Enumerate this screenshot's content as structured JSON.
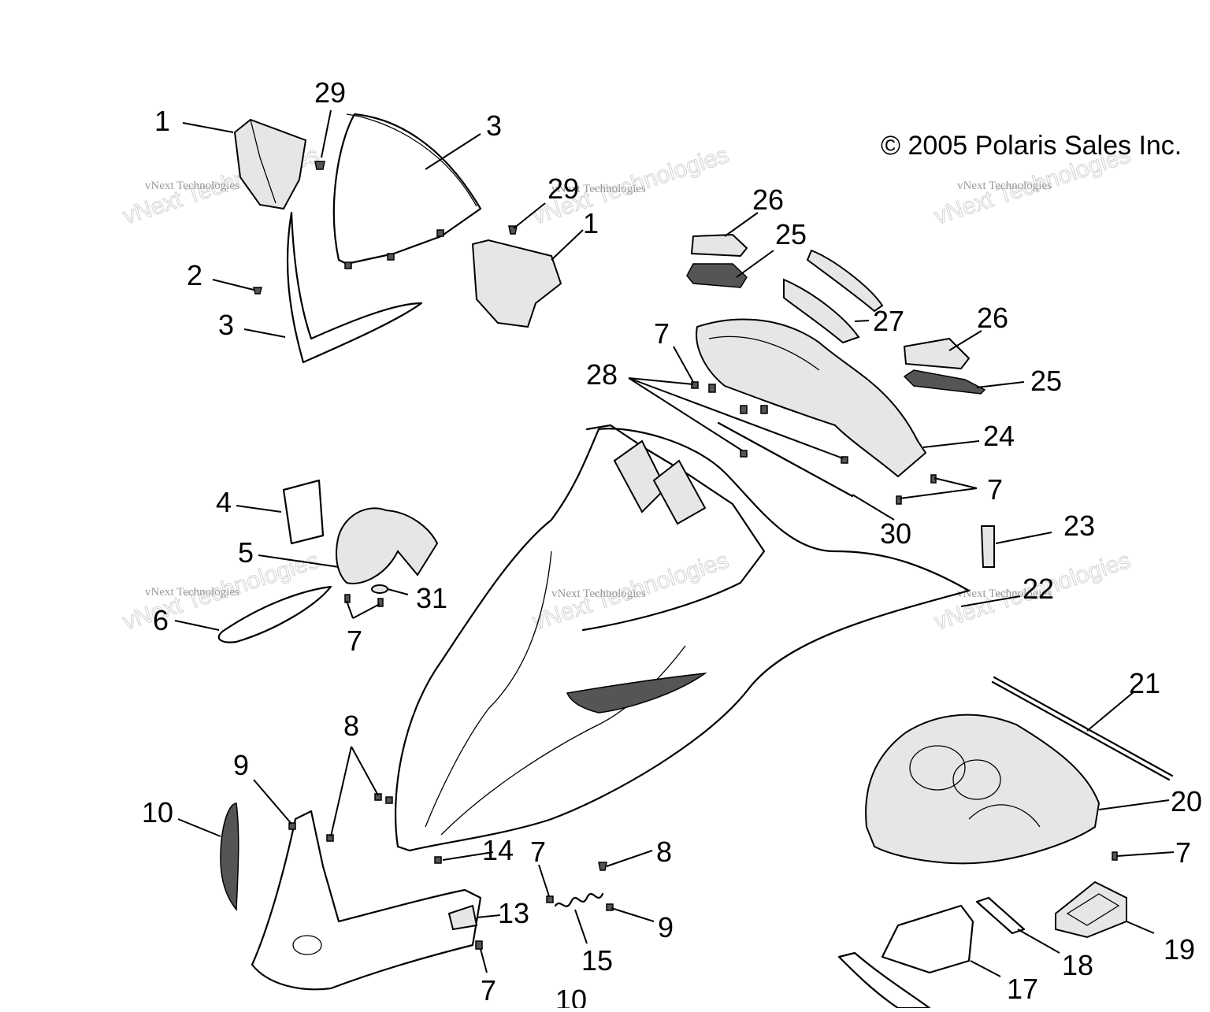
{
  "copyright": "© 2005 Polaris Sales Inc.",
  "watermark": {
    "line1": "vNext Technologies",
    "line2": "vNext Technologies"
  },
  "callouts": [
    "1",
    "29",
    "3",
    "29",
    "1",
    "2",
    "3",
    "26",
    "25",
    "27",
    "26",
    "7",
    "28",
    "25",
    "24",
    "7",
    "30",
    "4",
    "23",
    "5",
    "31",
    "22",
    "6",
    "7",
    "21",
    "8",
    "9",
    "10",
    "20",
    "14",
    "7",
    "8",
    "7",
    "13",
    "9",
    "15",
    "7",
    "19",
    "18",
    "17",
    "10"
  ]
}
